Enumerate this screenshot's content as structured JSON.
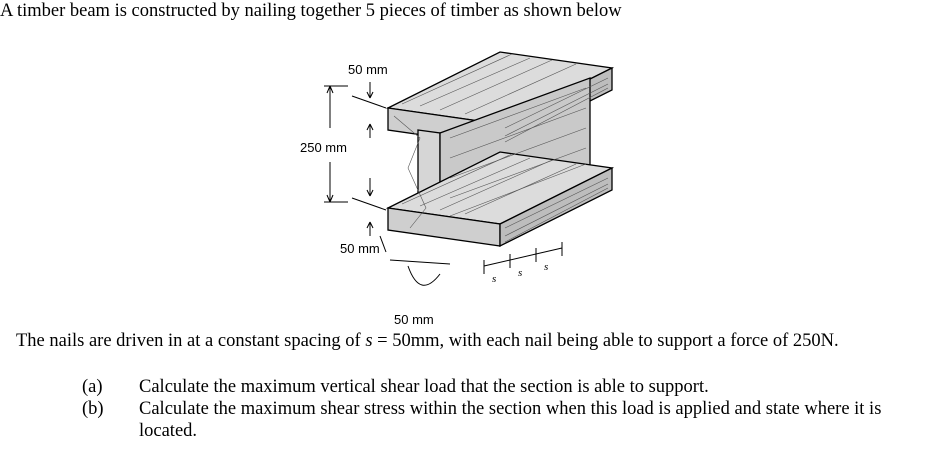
{
  "intro": "A timber beam is constructed by nailing together 5 pieces of timber as shown below",
  "figure": {
    "dim_top": "50 mm",
    "dim_height": "250 mm",
    "dim_bottom": "50 mm",
    "dim_web": "50 mm",
    "spacing_symbol": "s"
  },
  "para1_before": "The nails are driven in at a constant spacing of ",
  "para1_var": "s",
  "para1_after": " = 50mm, with each nail being able to support a force of 250N.",
  "questions": [
    {
      "label": "(a)",
      "text": "Calculate the maximum vertical shear load that the section is able to support."
    },
    {
      "label": "(b)",
      "text": "Calculate the maximum shear stress within the section when this load is applied and state where it is located."
    }
  ]
}
